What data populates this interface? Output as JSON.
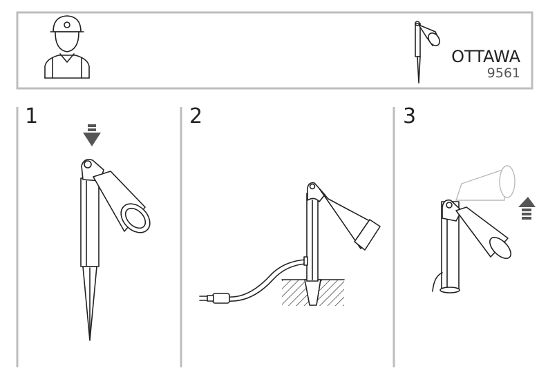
{
  "header": {
    "product_name": "OTTAWA",
    "product_code": "9561"
  },
  "steps": [
    {
      "number": "1"
    },
    {
      "number": "2"
    },
    {
      "number": "3"
    }
  ],
  "colors": {
    "frame": "#bdbdbd",
    "ink": "#222222",
    "arrow": "#555555"
  }
}
